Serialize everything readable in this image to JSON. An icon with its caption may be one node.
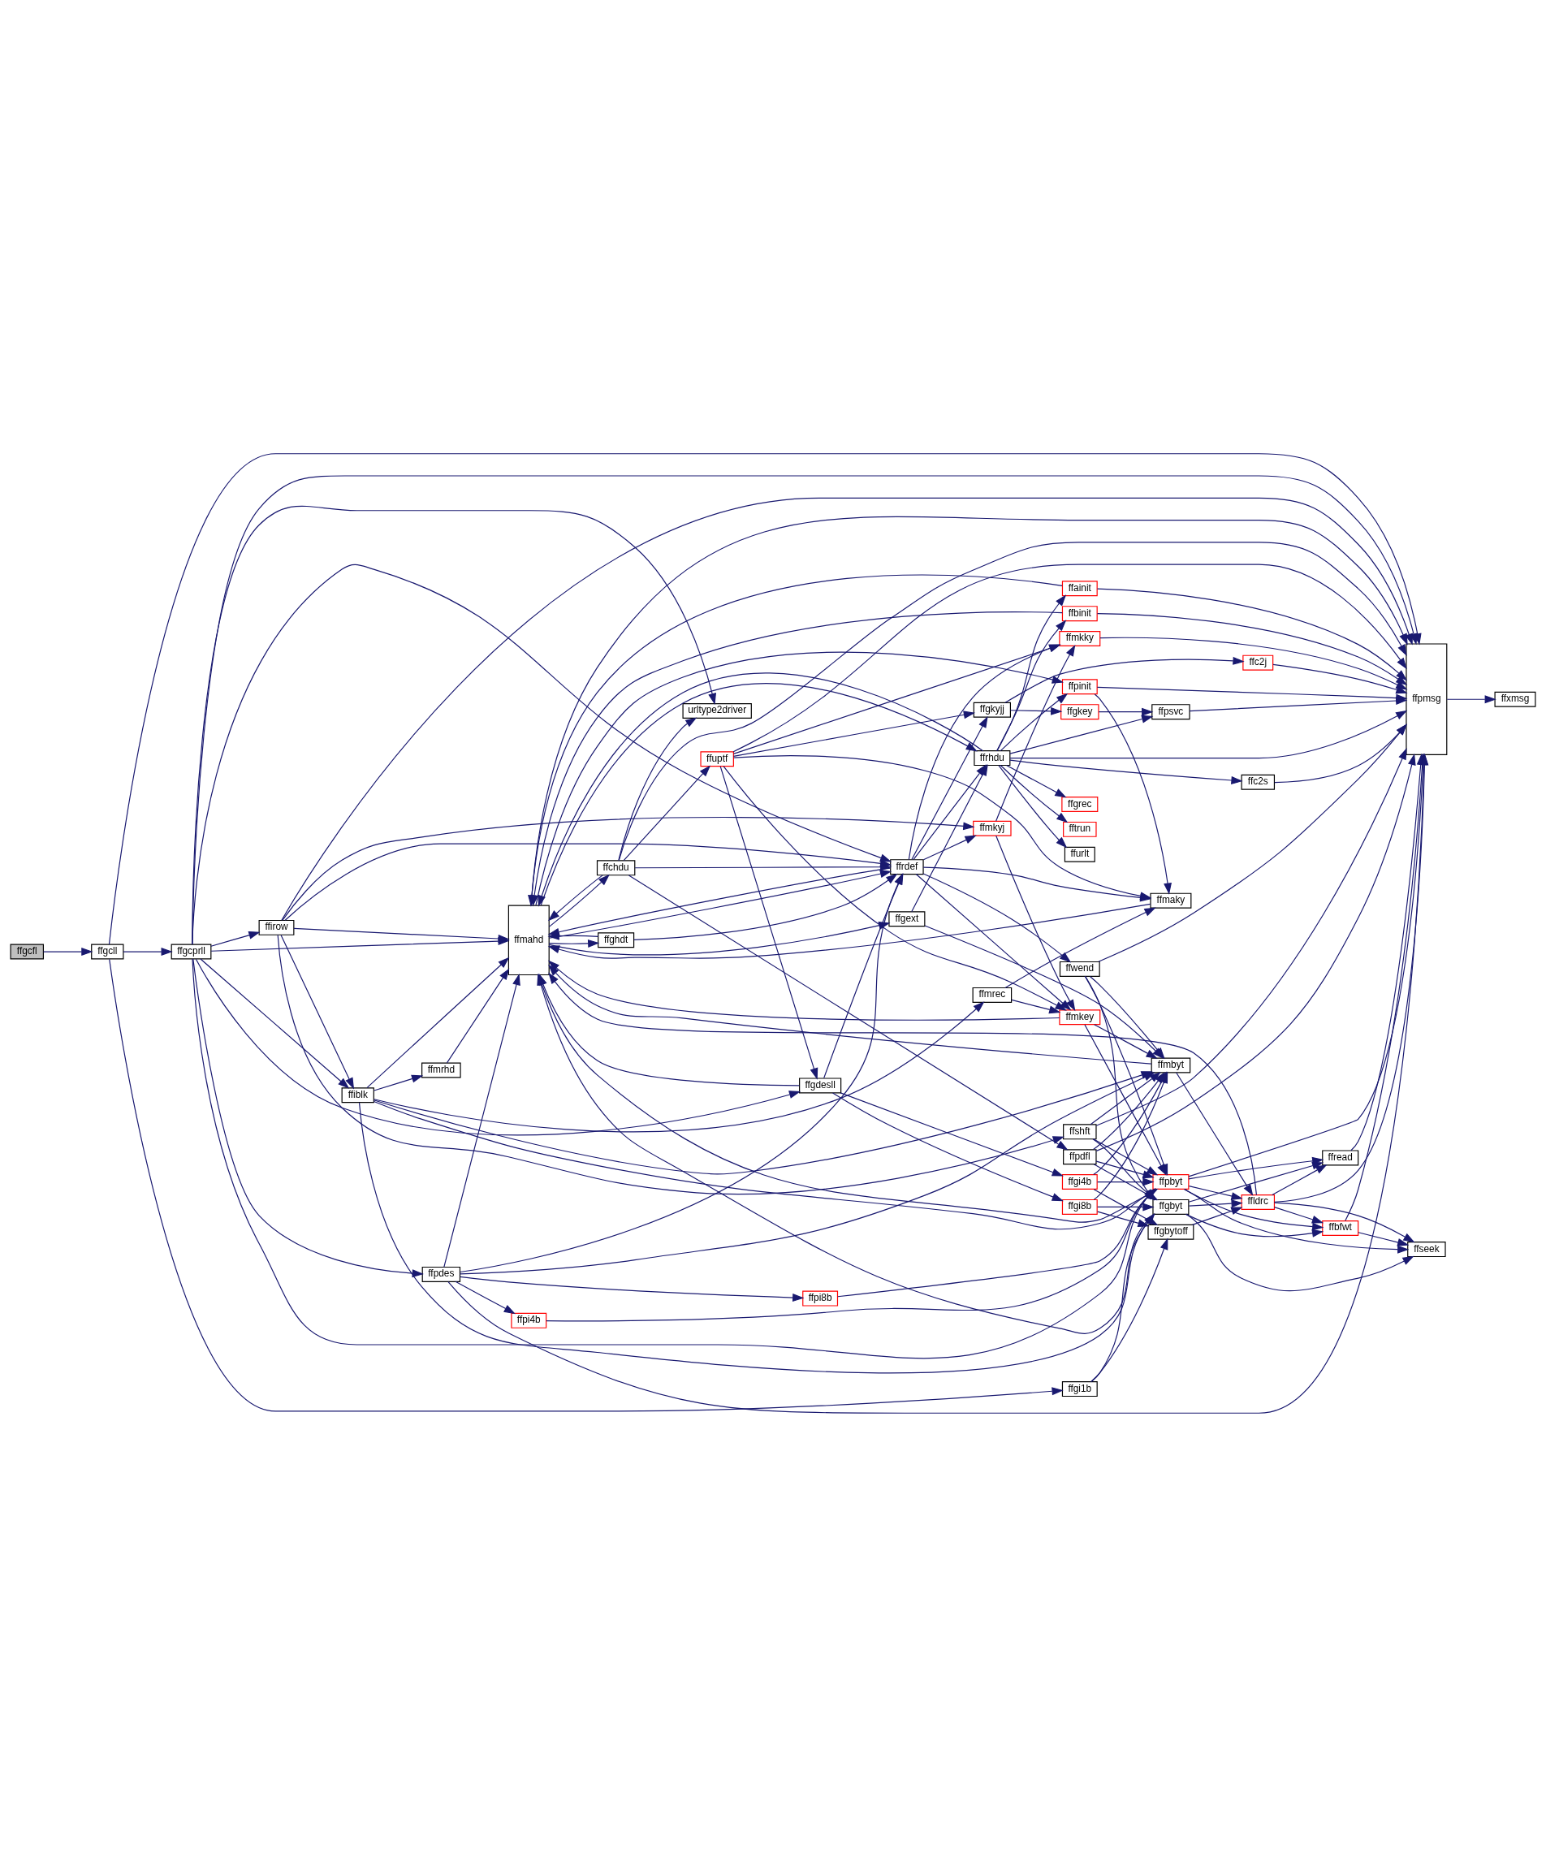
{
  "diagram": {
    "nodes": [
      {
        "text": [
          "ffgcfl"
        ]
      },
      {
        "text": [
          "ffgcll"
        ]
      },
      {
        "text": [
          "ffgcprll"
        ]
      },
      {
        "text": [
          "ffiblk"
        ]
      },
      {
        "text": [
          "ffirow"
        ]
      },
      {
        "text": [
          "ffpdes"
        ]
      },
      {
        "text": [
          "ffmrhd"
        ]
      },
      {
        "text": [
          "ffmahd"
        ]
      },
      {
        "text": [
          "ffpi8b"
        ]
      },
      {
        "text": [
          "ffpi4b"
        ]
      },
      {
        "text": [
          "ffchdu"
        ]
      },
      {
        "text": [
          "ffghdt"
        ]
      },
      {
        "text": [
          "ffgdesll"
        ]
      },
      {
        "text": [
          "urltype2driver"
        ]
      },
      {
        "text": [
          "ffuptf"
        ]
      },
      {
        "text": [
          "ffrdef"
        ]
      },
      {
        "text": [
          "ffmrec"
        ]
      },
      {
        "text": [
          "ffmkyj"
        ]
      },
      {
        "text": [
          "ffgext"
        ]
      },
      {
        "text": [
          "ffgkyjj"
        ]
      },
      {
        "text": [
          "ffrhdu"
        ]
      },
      {
        "text": [
          "ffshft"
        ]
      },
      {
        "text": [
          "ffpdfl"
        ]
      },
      {
        "text": [
          "ffgi1b"
        ]
      },
      {
        "text": [
          "ffgi8b"
        ]
      },
      {
        "text": [
          "ffgi4b"
        ]
      },
      {
        "text": [
          "ffwend"
        ]
      },
      {
        "text": [
          "ffmkey"
        ]
      },
      {
        "text": [
          "ffmkky"
        ]
      },
      {
        "text": [
          "ffgkey"
        ]
      },
      {
        "text": [
          "ffpinit"
        ]
      },
      {
        "text": [
          "fftrun"
        ]
      },
      {
        "text": [
          "ffurlt"
        ]
      },
      {
        "text": [
          "ffgrec"
        ]
      },
      {
        "text": [
          "ffainit"
        ]
      },
      {
        "text": [
          "ffbinit"
        ]
      },
      {
        "text": [
          "ffgbyt"
        ]
      },
      {
        "text": [
          "ffpbyt"
        ]
      },
      {
        "text": [
          "ffgbytoff"
        ]
      },
      {
        "text": [
          "ffmbyt"
        ]
      },
      {
        "text": [
          "ffmaky"
        ]
      },
      {
        "text": [
          "ffc2j"
        ]
      },
      {
        "text": [
          "ffpsvc"
        ]
      },
      {
        "text": [
          "ffc2s"
        ]
      },
      {
        "text": [
          "ffbfwt"
        ]
      },
      {
        "text": [
          "ffread"
        ]
      },
      {
        "text": [
          "ffldrc"
        ]
      },
      {
        "text": [
          "ffseek"
        ]
      },
      {
        "text": [
          "ffpmsg"
        ]
      },
      {
        "text": [
          "ffxmsg"
        ]
      }
    ],
    "edges": [
      {
        "from": 0,
        "to": 1,
        "arrow": "to"
      },
      {
        "from": 1,
        "to": 2,
        "arrow": "to"
      },
      {
        "from": 1,
        "to": 23,
        "arrow": "to"
      },
      {
        "from": 1,
        "to": 48,
        "arrow": "to"
      },
      {
        "from": 2,
        "to": 3,
        "arrow": "to"
      },
      {
        "from": 2,
        "to": 4,
        "arrow": "to"
      },
      {
        "from": 2,
        "to": 5,
        "arrow": "to"
      },
      {
        "from": 2,
        "to": 7,
        "arrow": "to"
      },
      {
        "from": 2,
        "to": 13,
        "arrow": "to"
      },
      {
        "from": 2,
        "to": 12,
        "arrow": "to"
      },
      {
        "from": 2,
        "to": 15,
        "arrow": "to"
      },
      {
        "from": 2,
        "to": 37,
        "arrow": "to"
      },
      {
        "from": 2,
        "to": 48,
        "arrow": "to"
      },
      {
        "from": 3,
        "to": 6,
        "arrow": "to"
      },
      {
        "from": 3,
        "to": 7,
        "arrow": "to"
      },
      {
        "from": 3,
        "to": 36,
        "arrow": "to"
      },
      {
        "from": 3,
        "to": 37,
        "arrow": "to"
      },
      {
        "from": 3,
        "to": 39,
        "arrow": "to"
      },
      {
        "from": 3,
        "to": 16,
        "arrow": "to"
      },
      {
        "from": 4,
        "to": 3,
        "arrow": "to"
      },
      {
        "from": 4,
        "to": 7,
        "arrow": "to"
      },
      {
        "from": 4,
        "to": 17,
        "arrow": "to"
      },
      {
        "from": 4,
        "to": 15,
        "arrow": "to"
      },
      {
        "from": 4,
        "to": 21,
        "arrow": "to"
      },
      {
        "from": 4,
        "to": 48,
        "arrow": "to"
      },
      {
        "from": 5,
        "to": 8,
        "arrow": "to"
      },
      {
        "from": 5,
        "to": 9,
        "arrow": "to"
      },
      {
        "from": 5,
        "to": 7,
        "arrow": "to"
      },
      {
        "from": 5,
        "to": 39,
        "arrow": "to"
      },
      {
        "from": 5,
        "to": 15,
        "arrow": "to"
      },
      {
        "from": 5,
        "to": 48,
        "arrow": "to"
      },
      {
        "from": 6,
        "to": 7,
        "arrow": "to"
      },
      {
        "from": 8,
        "to": 37,
        "arrow": "to"
      },
      {
        "from": 9,
        "to": 37,
        "arrow": "to"
      },
      {
        "from": 7,
        "to": 10,
        "arrow": "to"
      },
      {
        "from": 7,
        "to": 11,
        "arrow": "to"
      },
      {
        "from": 7,
        "to": 15,
        "arrow": "to"
      },
      {
        "from": 7,
        "to": 20,
        "arrow": "to"
      },
      {
        "from": 7,
        "to": 18,
        "arrow": "to"
      },
      {
        "from": 7,
        "to": 30,
        "arrow": "to"
      },
      {
        "from": 7,
        "to": 48,
        "arrow": "to"
      },
      {
        "from": 10,
        "to": 7,
        "arrow": "to"
      },
      {
        "from": 10,
        "to": 13,
        "arrow": "to"
      },
      {
        "from": 10,
        "to": 14,
        "arrow": "to"
      },
      {
        "from": 10,
        "to": 15,
        "arrow": "to"
      },
      {
        "from": 10,
        "to": 22,
        "arrow": "to"
      },
      {
        "from": 10,
        "to": 48,
        "arrow": "to"
      },
      {
        "from": 11,
        "to": 7,
        "arrow": "to"
      },
      {
        "from": 11,
        "to": 15,
        "arrow": "to"
      },
      {
        "from": 12,
        "to": 7,
        "arrow": "to"
      },
      {
        "from": 12,
        "to": 24,
        "arrow": "to"
      },
      {
        "from": 12,
        "to": 25,
        "arrow": "to"
      },
      {
        "from": 12,
        "to": 15,
        "arrow": "to"
      },
      {
        "from": 14,
        "to": 12,
        "arrow": "to"
      },
      {
        "from": 14,
        "to": 27,
        "arrow": "to"
      },
      {
        "from": 14,
        "to": 40,
        "arrow": "to"
      },
      {
        "from": 14,
        "to": 28,
        "arrow": "to"
      },
      {
        "from": 14,
        "to": 19,
        "arrow": "to"
      },
      {
        "from": 14,
        "to": 48,
        "arrow": "to"
      },
      {
        "from": 15,
        "to": 7,
        "arrow": "to"
      },
      {
        "from": 15,
        "to": 26,
        "arrow": "to"
      },
      {
        "from": 15,
        "to": 17,
        "arrow": "to"
      },
      {
        "from": 15,
        "to": 27,
        "arrow": "to"
      },
      {
        "from": 15,
        "to": 28,
        "arrow": "to"
      },
      {
        "from": 15,
        "to": 40,
        "arrow": "to"
      },
      {
        "from": 15,
        "to": 19,
        "arrow": "to"
      },
      {
        "from": 15,
        "to": 20,
        "arrow": "to"
      },
      {
        "from": 16,
        "to": 27,
        "arrow": "to"
      },
      {
        "from": 16,
        "to": 40,
        "arrow": "to"
      },
      {
        "from": 17,
        "to": 27,
        "arrow": "to"
      },
      {
        "from": 17,
        "to": 28,
        "arrow": "to"
      },
      {
        "from": 18,
        "to": 20,
        "arrow": "to"
      },
      {
        "from": 18,
        "to": 39,
        "arrow": "to"
      },
      {
        "from": 19,
        "to": 41,
        "arrow": "to"
      },
      {
        "from": 19,
        "to": 29,
        "arrow": "to"
      },
      {
        "from": 20,
        "to": 7,
        "arrow": "to"
      },
      {
        "from": 20,
        "to": 30,
        "arrow": "to"
      },
      {
        "from": 20,
        "to": 31,
        "arrow": "to"
      },
      {
        "from": 20,
        "to": 32,
        "arrow": "to"
      },
      {
        "from": 20,
        "to": 33,
        "arrow": "to"
      },
      {
        "from": 20,
        "to": 42,
        "arrow": "to"
      },
      {
        "from": 20,
        "to": 43,
        "arrow": "to"
      },
      {
        "from": 20,
        "to": 34,
        "arrow": "to"
      },
      {
        "from": 20,
        "to": 35,
        "arrow": "to"
      },
      {
        "from": 20,
        "to": 48,
        "arrow": "to"
      },
      {
        "from": 21,
        "to": 36,
        "arrow": "to"
      },
      {
        "from": 21,
        "to": 37,
        "arrow": "to"
      },
      {
        "from": 21,
        "to": 39,
        "arrow": "to"
      },
      {
        "from": 21,
        "to": 48,
        "arrow": "to"
      },
      {
        "from": 22,
        "to": 36,
        "arrow": "to"
      },
      {
        "from": 22,
        "to": 37,
        "arrow": "to"
      },
      {
        "from": 22,
        "to": 39,
        "arrow": "to"
      },
      {
        "from": 22,
        "to": 48,
        "arrow": "to"
      },
      {
        "from": 23,
        "to": 36,
        "arrow": "to"
      },
      {
        "from": 23,
        "to": 38,
        "arrow": "to"
      },
      {
        "from": 24,
        "to": 36,
        "arrow": "to"
      },
      {
        "from": 24,
        "to": 38,
        "arrow": "to"
      },
      {
        "from": 24,
        "to": 39,
        "arrow": "to"
      },
      {
        "from": 25,
        "to": 38,
        "arrow": "to"
      },
      {
        "from": 25,
        "to": 39,
        "arrow": "to"
      },
      {
        "from": 25,
        "to": 37,
        "arrow": "to"
      },
      {
        "from": 26,
        "to": 36,
        "arrow": "to"
      },
      {
        "from": 26,
        "to": 37,
        "arrow": "to"
      },
      {
        "from": 26,
        "to": 39,
        "arrow": "to"
      },
      {
        "from": 26,
        "to": 48,
        "arrow": "to"
      },
      {
        "from": 27,
        "to": 7,
        "arrow": "to"
      },
      {
        "from": 27,
        "to": 39,
        "arrow": "to"
      },
      {
        "from": 27,
        "to": 37,
        "arrow": "to"
      },
      {
        "from": 28,
        "to": 48,
        "arrow": "to"
      },
      {
        "from": 29,
        "to": 42,
        "arrow": "to"
      },
      {
        "from": 30,
        "to": 40,
        "arrow": "to"
      },
      {
        "from": 30,
        "to": 48,
        "arrow": "to"
      },
      {
        "from": 34,
        "to": 7,
        "arrow": "to"
      },
      {
        "from": 34,
        "to": 48,
        "arrow": "to"
      },
      {
        "from": 35,
        "to": 7,
        "arrow": "to"
      },
      {
        "from": 35,
        "to": 48,
        "arrow": "to"
      },
      {
        "from": 36,
        "to": 47,
        "arrow": "to"
      },
      {
        "from": 36,
        "to": 44,
        "arrow": "to"
      },
      {
        "from": 36,
        "to": 45,
        "arrow": "to"
      },
      {
        "from": 36,
        "to": 46,
        "arrow": "to"
      },
      {
        "from": 36,
        "to": 7,
        "arrow": "to"
      },
      {
        "from": 37,
        "to": 44,
        "arrow": "to"
      },
      {
        "from": 37,
        "to": 47,
        "arrow": "to"
      },
      {
        "from": 37,
        "to": 45,
        "arrow": "to"
      },
      {
        "from": 37,
        "to": 46,
        "arrow": "to"
      },
      {
        "from": 37,
        "to": 48,
        "arrow": "to"
      },
      {
        "from": 37,
        "to": 7,
        "arrow": "to"
      },
      {
        "from": 38,
        "to": 46,
        "arrow": "to"
      },
      {
        "from": 39,
        "to": 46,
        "arrow": "to"
      },
      {
        "from": 39,
        "to": 7,
        "arrow": "to"
      },
      {
        "from": 40,
        "to": 7,
        "arrow": "to"
      },
      {
        "from": 41,
        "to": 48,
        "arrow": "to"
      },
      {
        "from": 42,
        "to": 48,
        "arrow": "to"
      },
      {
        "from": 43,
        "to": 48,
        "arrow": "to"
      },
      {
        "from": 44,
        "to": 47,
        "arrow": "to"
      },
      {
        "from": 44,
        "to": 48,
        "arrow": "to"
      },
      {
        "from": 45,
        "to": 48,
        "arrow": "to"
      },
      {
        "from": 46,
        "to": 44,
        "arrow": "to"
      },
      {
        "from": 46,
        "to": 45,
        "arrow": "to"
      },
      {
        "from": 46,
        "to": 47,
        "arrow": "to"
      },
      {
        "from": 46,
        "to": 7,
        "arrow": "to"
      },
      {
        "from": 46,
        "to": 48,
        "arrow": "to"
      },
      {
        "from": 48,
        "to": 49,
        "arrow": "to"
      }
    ]
  }
}
